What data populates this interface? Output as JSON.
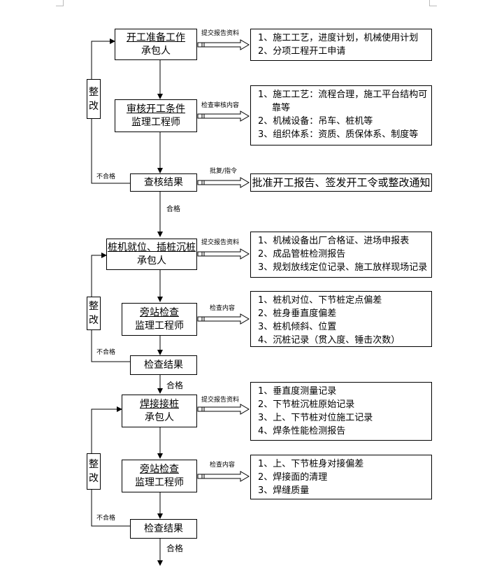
{
  "stage1": {
    "step1": {
      "title": "开工准备工作",
      "role": "承包人"
    },
    "edge1": "提交报告资料",
    "list1": [
      "1、施工工艺，进度计划，机械使用计划",
      "2、分项工程开工申请"
    ],
    "step2": {
      "title": "审核开工条件",
      "role": "监理工程师"
    },
    "edge2": "检查审核内容",
    "list2": [
      "1、施工工艺：流程合理，施工平台结构可",
      "靠等",
      "2、机械设备：吊车、桩机等",
      "3、组织体系：资质、质保体系、制度等"
    ],
    "result": "查核结果",
    "edge3": "批复/指令",
    "decision": "批准开工报告、签发开工令或整改通知",
    "fail": "不合格",
    "pass": "合格",
    "rectify": [
      "整",
      "改"
    ]
  },
  "stage2": {
    "step1": {
      "title": "桩机就位、插桩沉桩",
      "role": "承包人"
    },
    "edge1": "提交报告资料",
    "list1": [
      "1、机械设备出厂合格证、进场申报表",
      "2、成品管桩检测报告",
      "3、规划放线定位记录、施工放样现场记录"
    ],
    "step2": {
      "title": "旁站检查",
      "role": "监理工程师"
    },
    "edge2": "检查内容",
    "list2": [
      "1、桩机对位、下节桩定点偏差",
      "2、桩身垂直度偏差",
      "3、桩机倾斜、位置",
      "4、沉桩记录（贯入度、锤击次数）"
    ],
    "result": "检查结果",
    "fail": "不合格",
    "pass": "合格",
    "rectify": [
      "整",
      "改"
    ]
  },
  "stage3": {
    "step1": {
      "title": "焊接接桩",
      "role": "承包人"
    },
    "edge1": "提交报告资料",
    "list1": [
      "1、垂直度测量记录",
      "2、下节桩沉桩原始记录",
      "3、上、下节桩对位施工记录",
      "4、焊条性能检测报告"
    ],
    "step2": {
      "title": "旁站检查",
      "role": "监理工程师"
    },
    "edge2": "检查内容",
    "list2": [
      "1、上、下节桩身对接偏差",
      "2、焊接面的清理",
      "3、焊缝质量"
    ],
    "result": "检查结果",
    "fail": "不合格",
    "pass": "合格",
    "rectify": [
      "整",
      "改"
    ]
  }
}
